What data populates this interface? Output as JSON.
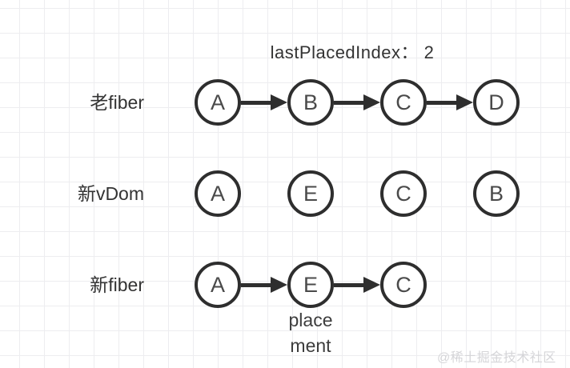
{
  "title": "lastPlacedIndex： 2",
  "rows": [
    {
      "label": "老fiber",
      "linked": true,
      "nodes": [
        {
          "label": "A"
        },
        {
          "label": "B"
        },
        {
          "label": "C"
        },
        {
          "label": "D"
        }
      ]
    },
    {
      "label": "新vDom",
      "linked": false,
      "nodes": [
        {
          "label": "A"
        },
        {
          "label": "E"
        },
        {
          "label": "C"
        },
        {
          "label": "B"
        }
      ]
    },
    {
      "label": "新fiber",
      "linked": true,
      "nodes": [
        {
          "label": "A"
        },
        {
          "label": "E"
        },
        {
          "label": "C"
        }
      ]
    }
  ],
  "annotation": {
    "line1": "place",
    "line2": "ment"
  },
  "watermark": "@稀土掘金技术社区",
  "colors": {
    "stroke": "#2e2e2e",
    "node_text": "#4a4a4a",
    "label_text": "#333333",
    "grid_line": "#ededf0",
    "watermark_text": "#d5d5d8"
  }
}
